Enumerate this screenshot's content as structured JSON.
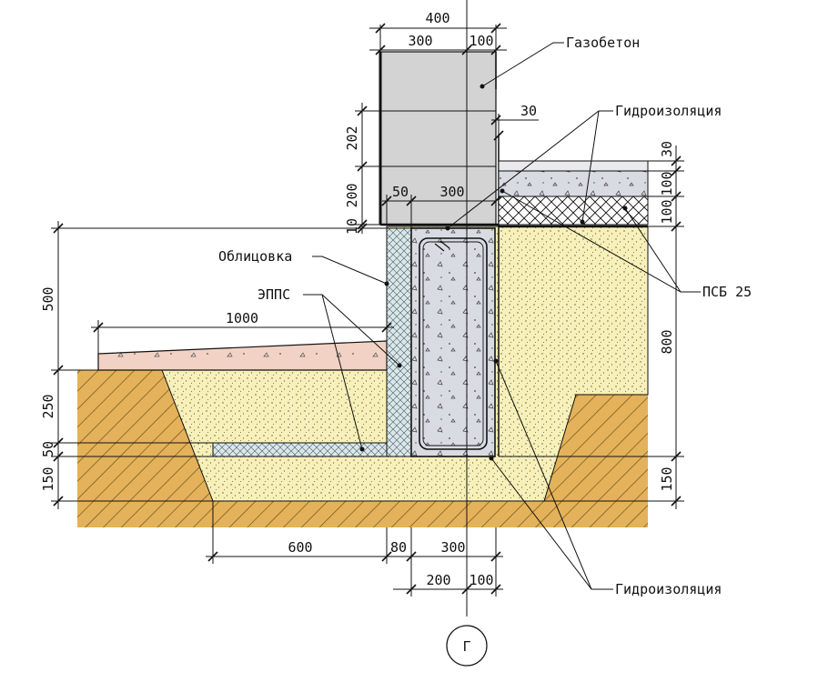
{
  "colors": {
    "soil": "#e3b25a",
    "sand": "#f7f0b8",
    "concrete": "#d9dbe3",
    "aerated_concrete": "#d3d3d3",
    "epps": "#d7e8ec",
    "paving": "#f1d2c4",
    "line": "#111111"
  },
  "labels": {
    "gazobeton": "Газобетон",
    "gidroizolyaciya_top": "Гидроизоляция",
    "gidroizolyaciya_bottom": "Гидроизоляция",
    "psb": "ПСБ 25",
    "oblicovka": "Облицовка",
    "epps": "ЭППС",
    "axis": "Г"
  },
  "dimensions": {
    "top_total": "400",
    "top_left": "300",
    "top_right": "100",
    "gap_30": "30",
    "left_202": "202",
    "left_200": "200",
    "left_10": "10",
    "inner_50": "50",
    "inner_300": "300",
    "right_30": "30",
    "right_100a": "100",
    "right_100b": "100",
    "right_800": "800",
    "right_150": "150",
    "left_500": "500",
    "slab_1000": "1000",
    "left_250": "250",
    "left_50": "50",
    "left_150": "150",
    "bottom_600": "600",
    "bottom_80": "80",
    "bottom_300": "300",
    "bottom_200": "200",
    "bottom_100": "100"
  }
}
